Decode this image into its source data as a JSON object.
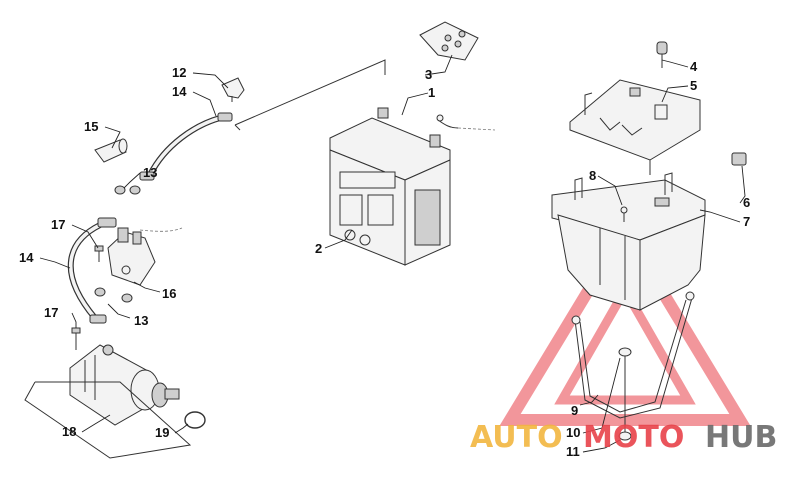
{
  "watermark": {
    "part1": "AUTO",
    "part2": "MOTO",
    "part3": "HUB",
    "color_auto": "#f2b640",
    "color_moto": "#e8424a",
    "color_hub": "#6a6a6a"
  },
  "callouts": {
    "c1": "1",
    "c2": "2",
    "c3": "3",
    "c4": "4",
    "c5": "5",
    "c6": "6",
    "c7": "7",
    "c8": "8",
    "c9": "9",
    "c10": "10",
    "c11": "11",
    "c12": "12",
    "c13a": "13",
    "c13b": "13",
    "c14a": "14",
    "c14b": "14",
    "c15": "15",
    "c16": "16",
    "c17a": "17",
    "c17b": "17",
    "c18": "18",
    "c19": "19"
  }
}
